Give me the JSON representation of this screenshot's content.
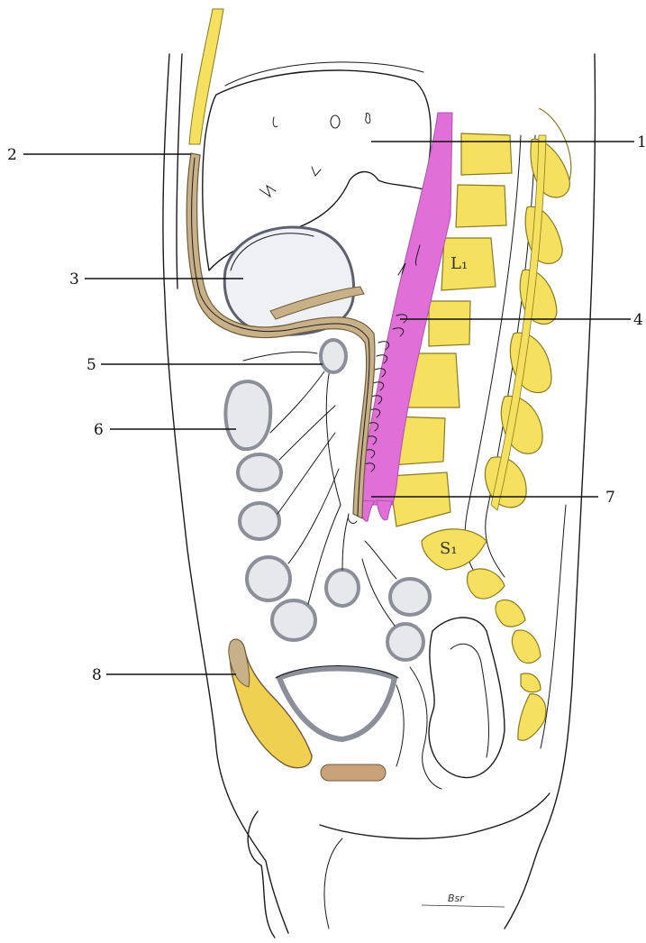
{
  "figure": {
    "labels": [
      {
        "id": "1",
        "text": "1"
      },
      {
        "id": "2",
        "text": "2"
      },
      {
        "id": "3",
        "text": "3"
      },
      {
        "id": "4",
        "text": "4"
      },
      {
        "id": "5",
        "text": "5"
      },
      {
        "id": "6",
        "text": "6"
      },
      {
        "id": "7",
        "text": "7"
      },
      {
        "id": "8",
        "text": "8"
      }
    ],
    "vertebra_marks": {
      "lumbar": "L₁",
      "sacral": "S₁"
    },
    "signature": "Bsr"
  },
  "colors": {
    "bone": "#f5e060",
    "bone_outline": "#8a7a20",
    "nerve_root": "#e070d8",
    "peritoneum": "#b09a6e",
    "bowel_fill": "#e6e8ec",
    "bowel_outline": "#8a8f99",
    "cartilage": "#c9a27a",
    "pubic_bone": "#f0d050"
  }
}
